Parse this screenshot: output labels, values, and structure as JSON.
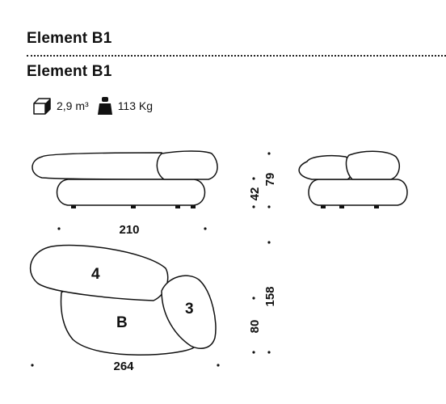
{
  "header": {
    "title_primary": "Element B1",
    "title_secondary": "Element B1"
  },
  "specs": {
    "volume": "2,9 m³",
    "weight": "113 Kg",
    "volume_icon": "box-volume-icon",
    "weight_icon": "weight-icon"
  },
  "dimensions": {
    "front_width": "210",
    "plan_width": "264",
    "seat_height": "42",
    "total_height": "79",
    "seat_depth": "80",
    "total_depth": "158"
  },
  "pieces": {
    "backrest": "4",
    "armrest": "3",
    "base": "B"
  }
}
